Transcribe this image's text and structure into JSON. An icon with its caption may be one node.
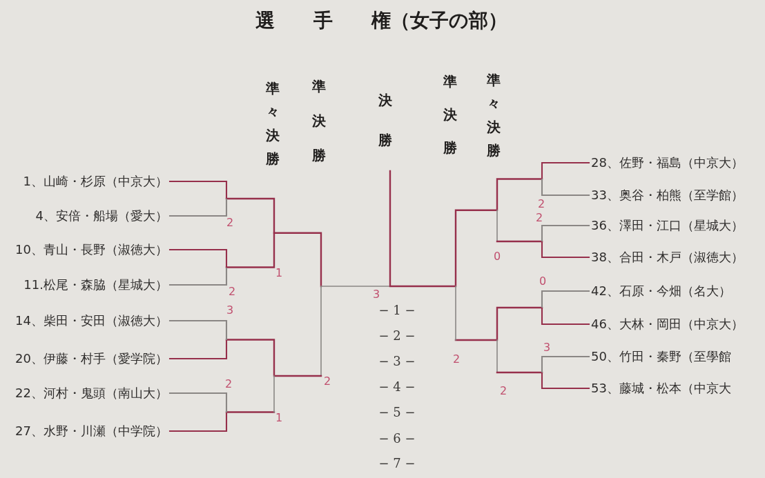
{
  "diagram": {
    "title": "選　　手　　権（女子の部）",
    "nodes": [
      {
        "text": [
          "1、山崎・杉原（中京大）"
        ]
      },
      {
        "text": [
          "4、安倍・船場（愛大）"
        ]
      },
      {
        "text": [
          "10、青山・長野（淑徳大）"
        ]
      },
      {
        "text": [
          "11.松尾・森脇（星城大）"
        ]
      },
      {
        "text": [
          "14、柴田・安田（淑徳大）"
        ]
      },
      {
        "text": [
          "20、伊藤・村手（愛学院）"
        ]
      },
      {
        "text": [
          "22、河村・鬼頭（南山大）"
        ]
      },
      {
        "text": [
          "27、水野・川瀬（中学院）"
        ]
      },
      {
        "text": [
          "28、佐野・福島（中京大）"
        ]
      },
      {
        "text": [
          "33、奥谷・柏熊（至学館）"
        ]
      },
      {
        "text": [
          "36、澤田・江口（星城大）"
        ]
      },
      {
        "text": [
          "38、合田・木戸（淑徳大）"
        ]
      },
      {
        "text": [
          "42、石原・今畑（名大）"
        ]
      },
      {
        "text": [
          "46、大林・岡田（中京大）"
        ]
      },
      {
        "text": [
          "50、竹田・秦野（至學館"
        ]
      },
      {
        "text": [
          "53、藤城・松本（中京大"
        ]
      }
    ],
    "edges": [
      {
        "from": 0,
        "to": 1,
        "arrow": "none"
      },
      {
        "from": 2,
        "to": 3,
        "arrow": "none"
      },
      {
        "from": 4,
        "to": 5,
        "arrow": "none"
      },
      {
        "from": 6,
        "to": 7,
        "arrow": "none"
      },
      {
        "from": 8,
        "to": 9,
        "arrow": "none"
      },
      {
        "from": 10,
        "to": 11,
        "arrow": "none"
      },
      {
        "from": 12,
        "to": 13,
        "arrow": "none"
      },
      {
        "from": 14,
        "to": 15,
        "arrow": "none"
      }
    ],
    "labels": [
      "準々決勝",
      "準決勝",
      "決勝",
      "準決勝",
      "準々決勝",
      "2",
      "2",
      "2",
      "0",
      "1",
      "0",
      "2",
      "3",
      "3",
      "2",
      "3",
      "2",
      "2",
      "2",
      "1",
      "− 1 −",
      "− 2 −",
      "− 3 −",
      "− 4 −",
      "− 5 −",
      "− 6 −",
      "− 7 −"
    ]
  }
}
